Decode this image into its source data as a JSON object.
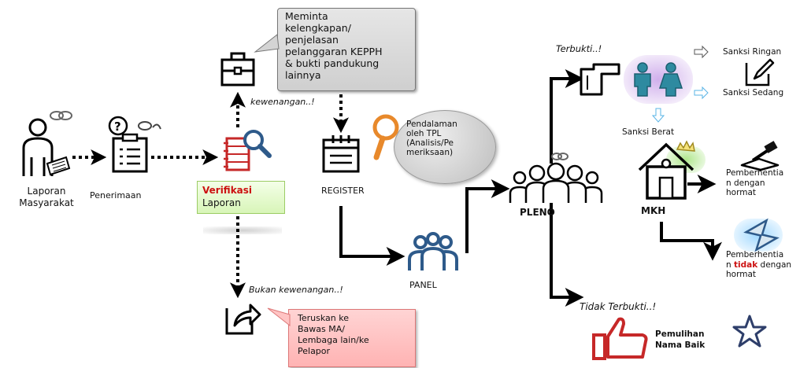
{
  "nodes": {
    "laporan": "Laporan\nMasyarakat",
    "penerimaan": "Penerimaan",
    "verifikasi_highlight": "Verifikasi",
    "verifikasi_rest": "Laporan",
    "register": "REGISTER",
    "panel": "PANEL",
    "pleno": "PLENO",
    "mkh": "MKH"
  },
  "callouts": {
    "kelengkapan": "Meminta\nkelengkapan/\npenjelasan\npelanggaran KEPPH\n& bukti pandukung\nlainnya",
    "pendalaman": "Pendalaman\noleh TPL\n(Analisis/Pe\nmeriksaan)",
    "teruskan": "Teruskan ke\nBawas MA/\nLembaga lain/ke\nPelapor"
  },
  "edge_labels": {
    "kewenangan": "kewenangan..!",
    "bukan_kewenangan": "Bukan kewenangan..!",
    "terbukti": "Terbukti..!",
    "tidak_terbukti": "Tidak Terbukti..!"
  },
  "outcomes": {
    "sanksi_ringan": "Sanksi Ringan",
    "sanksi_sedang": "Sanksi Sedang",
    "sanksi_berat": "Sanksi Berat",
    "pemberhentian_hormat": "Pemberhentia\nn dengan\nhormat",
    "pth_pre": "Pemberhentia\nn ",
    "pth_tidak": "tidak",
    "pth_post": " dengan\nhormat",
    "pemulihan": "Pemulihan\nNama Baik"
  },
  "colors": {
    "highlight_red": "#cc1111",
    "icon_blue": "#2e5a8a",
    "icon_red": "#c62828",
    "glow_purple": "#aa6edc",
    "glow_green": "#8cdc5a",
    "glow_blue": "#78c8ff"
  }
}
